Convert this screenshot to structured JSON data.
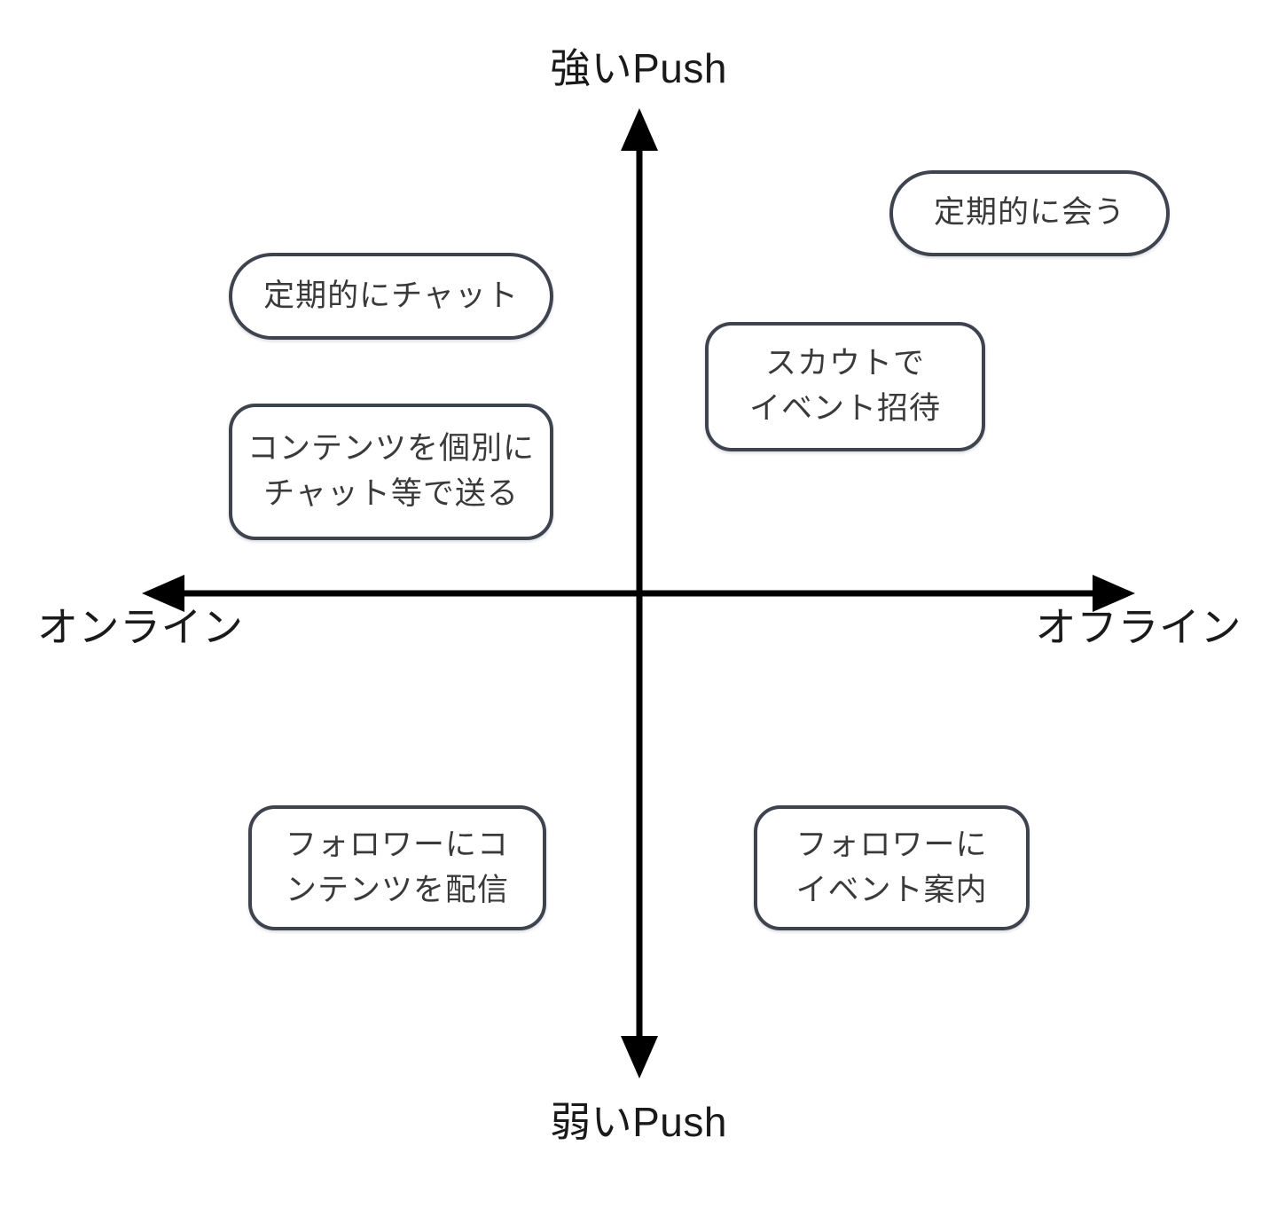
{
  "diagram": {
    "title": "",
    "background_color": "#ffffff",
    "axes": {
      "stroke_color": "#000000",
      "vertical": {
        "top_label": "強いPush",
        "bottom_label": "弱いPush"
      },
      "horizontal": {
        "left_label": "オンライン",
        "right_label": "オフライン"
      }
    },
    "node_style": {
      "border_color": "#3d4450",
      "text_color": "#3a3a3a",
      "fill_color": "#ffffff"
    },
    "nodes": [
      {
        "id": "chat-regular",
        "lines": [
          "定期的にチャット"
        ],
        "shape": "pill",
        "quadrant": "online-strong-push"
      },
      {
        "id": "meet-regular",
        "lines": [
          "定期的に会う"
        ],
        "shape": "pill",
        "quadrant": "offline-strong-push"
      },
      {
        "id": "scout-invite",
        "lines": [
          "スカウトで",
          "イベント招待"
        ],
        "shape": "rounded",
        "quadrant": "offline-strong-push"
      },
      {
        "id": "content-direct",
        "lines": [
          "コンテンツを個別に",
          "チャット等で送る"
        ],
        "shape": "rounded",
        "quadrant": "online-strong-push"
      },
      {
        "id": "follower-content",
        "lines": [
          "フォロワーにコ",
          "ンテンツを配信"
        ],
        "shape": "rounded",
        "quadrant": "online-weak-push"
      },
      {
        "id": "follower-event",
        "lines": [
          "フォロワーに",
          "イベント案内"
        ],
        "shape": "rounded",
        "quadrant": "offline-weak-push"
      }
    ]
  }
}
